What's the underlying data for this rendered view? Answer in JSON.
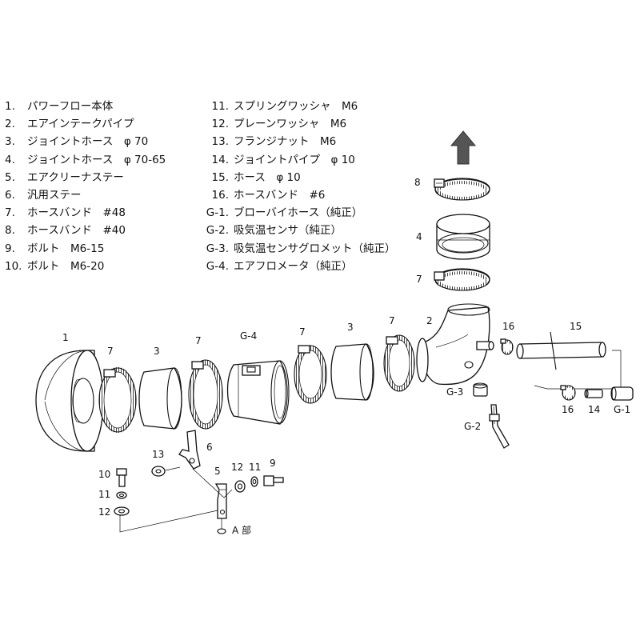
{
  "parts_list_left": [
    {
      "num": "1.",
      "text": "パワーフロー本体"
    },
    {
      "num": "2.",
      "text": "エアインテークパイプ"
    },
    {
      "num": "3.",
      "text": "ジョイントホース　φ 70"
    },
    {
      "num": "4.",
      "text": "ジョイントホース　φ 70-65"
    },
    {
      "num": "5.",
      "text": "エアクリーナステー"
    },
    {
      "num": "6.",
      "text": "汎用ステー"
    },
    {
      "num": "7.",
      "text": "ホースバンド　#48"
    },
    {
      "num": "8.",
      "text": "ホースバンド　#40"
    },
    {
      "num": "9.",
      "text": "ボルト　M6-15"
    },
    {
      "num": "10.",
      "text": "ボルト　M6-20"
    }
  ],
  "parts_list_right": [
    {
      "num": "11.",
      "text": "スプリングワッシャ　M6"
    },
    {
      "num": "12.",
      "text": "プレーンワッシャ　M6"
    },
    {
      "num": "13.",
      "text": "フランジナット　M6"
    },
    {
      "num": "14.",
      "text": "ジョイントパイプ　φ 10"
    },
    {
      "num": "15.",
      "text": "ホース　φ 10"
    },
    {
      "num": "16.",
      "text": "ホースバンド　#6"
    },
    {
      "num": "G-1.",
      "text": "ブローバイホース（純正）"
    },
    {
      "num": "G-2.",
      "text": "吸気温センサ（純正）"
    },
    {
      "num": "G-3.",
      "text": "吸気温センサグロメット（純正）"
    },
    {
      "num": "G-4.",
      "text": "エアフロメータ（純正）"
    }
  ],
  "callouts": {
    "c1": "1",
    "c7a": "7",
    "c3a": "3",
    "c7b": "7",
    "cG4": "G-4",
    "c7c": "7",
    "c3b": "3",
    "c7d": "7",
    "c2": "2",
    "c16a": "16",
    "c15": "15",
    "c8": "8",
    "c4": "4",
    "c7e": "7",
    "cG3": "G-3",
    "cG2": "G-2",
    "c16b": "16",
    "c14": "14",
    "cG1": "G-1",
    "c6": "6",
    "c13": "13",
    "c5": "5",
    "c12a": "12",
    "c11a": "11",
    "c9": "9",
    "c10": "10",
    "c11b": "11",
    "c12b": "12",
    "cA": "A 部"
  },
  "icons": {
    "arrow": "up-arrow-icon"
  }
}
